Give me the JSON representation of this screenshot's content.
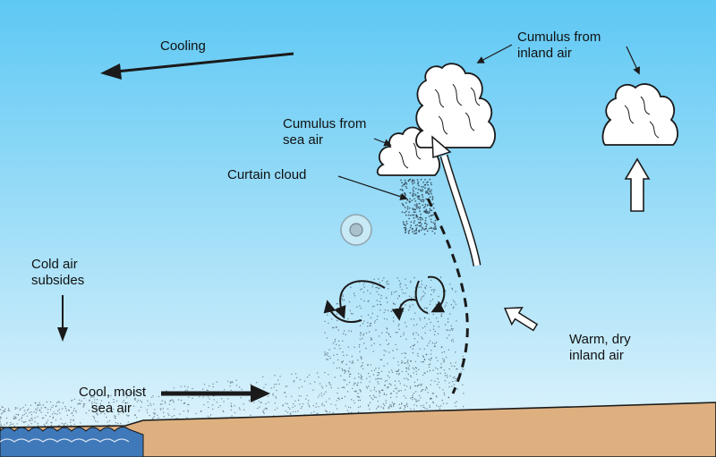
{
  "labels": {
    "cooling": "Cooling",
    "cumulus_inland_1": "Cumulus from",
    "cumulus_inland_2": "inland air",
    "cumulus_sea_1": "Cumulus from",
    "cumulus_sea_2": "sea air",
    "curtain_cloud": "Curtain cloud",
    "cold_air_1": "Cold air",
    "cold_air_2": "subsides",
    "warm_air_1": "Warm, dry",
    "warm_air_2": "inland air",
    "cool_air_1": "Cool, moist",
    "cool_air_2": "sea air"
  },
  "colors": {
    "sky_top": "#5ec8f4",
    "sky_bottom": "#e4f5fc",
    "land": "#deb080",
    "sea": "#3f79ba",
    "cloud": "#ffffff",
    "outline": "#1a1a1a"
  }
}
